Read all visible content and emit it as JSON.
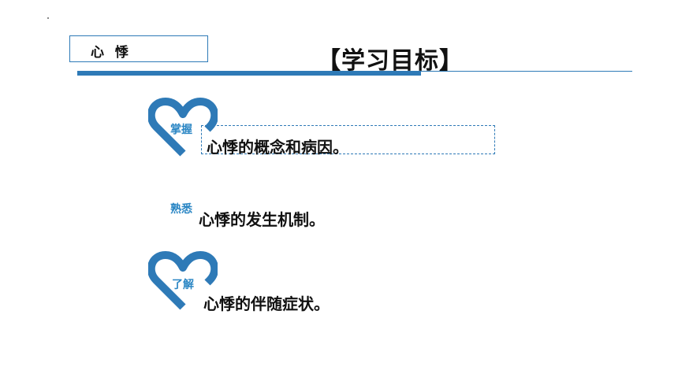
{
  "topic": {
    "label": "心 悸"
  },
  "title": "【学习目标】",
  "colors": {
    "accent": "#2e7ab7",
    "badge": "#2a86c4",
    "text": "#111111"
  },
  "goals": [
    {
      "level": "掌握",
      "text": "心悸的概念和病因。",
      "icon": "heart-outline-icon"
    },
    {
      "level": "熟悉",
      "text": "心悸的发生机制。"
    },
    {
      "level": "了解",
      "text": "心悸的伴随症状。",
      "icon": "heart-outline-icon"
    }
  ]
}
